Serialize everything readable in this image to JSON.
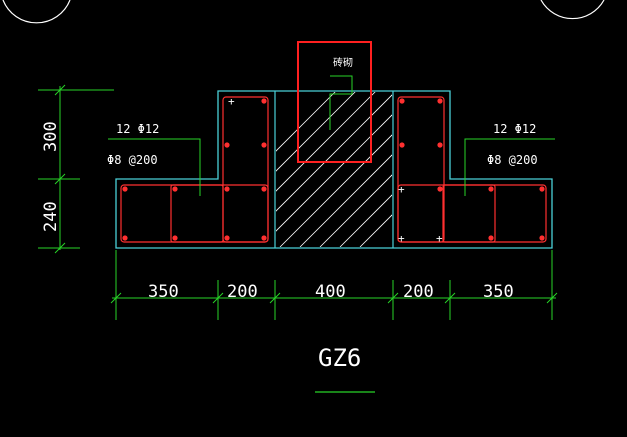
{
  "title": "GZ6",
  "labels": {
    "brick_wall": "砖砌",
    "rebar_left": "12 Φ12",
    "stirrup_left": "Φ8 @200",
    "rebar_right": "12 Φ12",
    "stirrup_right": "Φ8 @200"
  },
  "dims_vertical": [
    "300",
    "240"
  ],
  "dims_horizontal": [
    "350",
    "200",
    "400",
    "200",
    "350"
  ],
  "colors": {
    "background": "#000000",
    "outline": "#4ad0d8",
    "rebar": "#ff3030",
    "dimension": "#28d428",
    "text": "#ffffff",
    "hatch": "#ffffff",
    "highlight": "#ff2020"
  }
}
